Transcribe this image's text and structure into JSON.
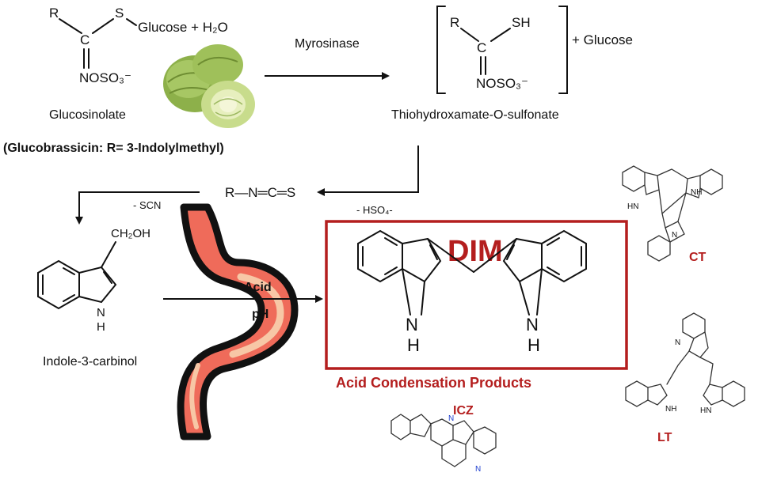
{
  "reactant": {
    "r": "R",
    "s": "S",
    "glucose_h2o": "Glucose + H₂O",
    "c": "C",
    "nosulfate": "NOSO₃⁻",
    "name": "Glucosinolate",
    "glucobrassicin": "(Glucobrassicin: R= 3-Indolylmethyl)"
  },
  "enzyme": "Myrosinase",
  "intermediate": {
    "r": "R",
    "sh": "SH",
    "c": "C",
    "nosulfate": "NOSO₃⁻",
    "plus_glucose": "+ Glucose",
    "name": "Thiohydroxamate-O-sulfonate"
  },
  "isothiocyanate": "R—N═C═S",
  "minus_hso4": "- HSO₄-",
  "minus_scn": "- SCN",
  "indole_carbinol": {
    "ch2oh": "CH₂OH",
    "n": "N",
    "h": "H",
    "name": "Indole-3-carbinol"
  },
  "stomach": {
    "acid": "Acid",
    "ph": "pH",
    "colors": {
      "outline": "#111111",
      "body": "#ef6b5a",
      "highlight": "#f7c7a6"
    }
  },
  "dim": {
    "label": "DIM",
    "n1": "N",
    "h1": "H",
    "n2": "N",
    "h2": "H",
    "caption": "Acid Condensation Products",
    "box_color": "#b41e1e"
  },
  "ct": {
    "label": "CT",
    "nh_top_left": "HN",
    "nh_top_right": "NH",
    "nh_bottom": "N"
  },
  "lt": {
    "label": "LT",
    "nh1": "N",
    "nh2": "NH",
    "nh3": "HN"
  },
  "icz": {
    "label": "ICZ",
    "n_top": "N",
    "n_bottom": "N"
  }
}
